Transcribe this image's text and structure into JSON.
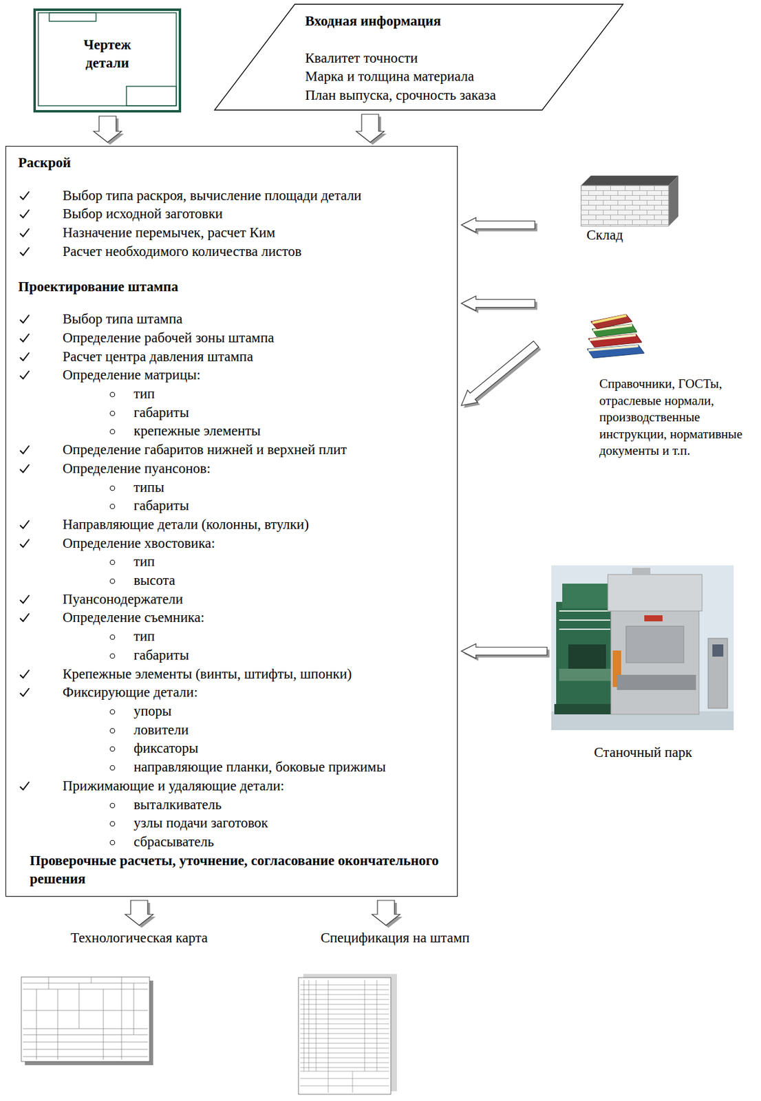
{
  "diagram": {
    "nodes": [
      {
        "text": [
          "Чертеж детали"
        ]
      },
      {
        "text": [
          "Входная информация",
          "Квалитет точности",
          "Марка и толщина материала",
          "План выпуска, срочность заказа"
        ]
      },
      {
        "text": [
          "Раскрой",
          "Выбор типа раскроя, вычисление площади детали",
          "Выбор исходной заготовки",
          "Назначение перемычек, расчет Ким",
          "Расчет необходимого количества листов",
          "Проектирование штампа",
          "Выбор типа штампа",
          "Определение рабочей зоны штампа",
          "Расчет центра давления штампа",
          "Определение матрицы:",
          "тип",
          "габариты",
          "крепежные элементы",
          "Определение габаритов нижней и верхней плит",
          "Определение пуансонов:",
          "типы",
          "габариты",
          "Направляющие детали (колонны, втулки)",
          "Определение хвостовика:",
          "тип",
          "высота",
          "Пуансонодержатели",
          "Определение съемника:",
          "тип",
          "габариты",
          "Крепежные элементы (винты, штифты, шпонки)",
          "Фиксирующие детали:",
          "упоры",
          "ловители",
          "фиксаторы",
          "направляющие планки, боковые прижимы",
          "Прижимающие и удаляющие детали:",
          "выталкиватель",
          "узлы подачи заготовок",
          "сбрасыватель",
          "Проверочные расчеты, уточнение, согласование окончательного решения"
        ]
      },
      {
        "text": [
          "Склад"
        ]
      },
      {
        "text": [
          "Справочники, ГОСТы, отраслевые нормали, производственные инструкции, нормативные документы и т.п."
        ]
      },
      {
        "text": [
          "Станочный парк"
        ]
      },
      {
        "text": [
          "Технологическая карта"
        ]
      },
      {
        "text": [
          "Спецификация на штамп"
        ]
      }
    ],
    "edges": [
      {
        "from": 0,
        "to": 2,
        "arrow": "to"
      },
      {
        "from": 1,
        "to": 2,
        "arrow": "to"
      },
      {
        "from": 3,
        "to": 2,
        "arrow": "to"
      },
      {
        "from": 4,
        "to": 2,
        "arrow": "to"
      },
      {
        "from": 4,
        "to": 2,
        "arrow": "to"
      },
      {
        "from": 5,
        "to": 2,
        "arrow": "to"
      },
      {
        "from": 2,
        "to": 6,
        "arrow": "to"
      },
      {
        "from": 2,
        "to": 7,
        "arrow": "to"
      }
    ]
  }
}
